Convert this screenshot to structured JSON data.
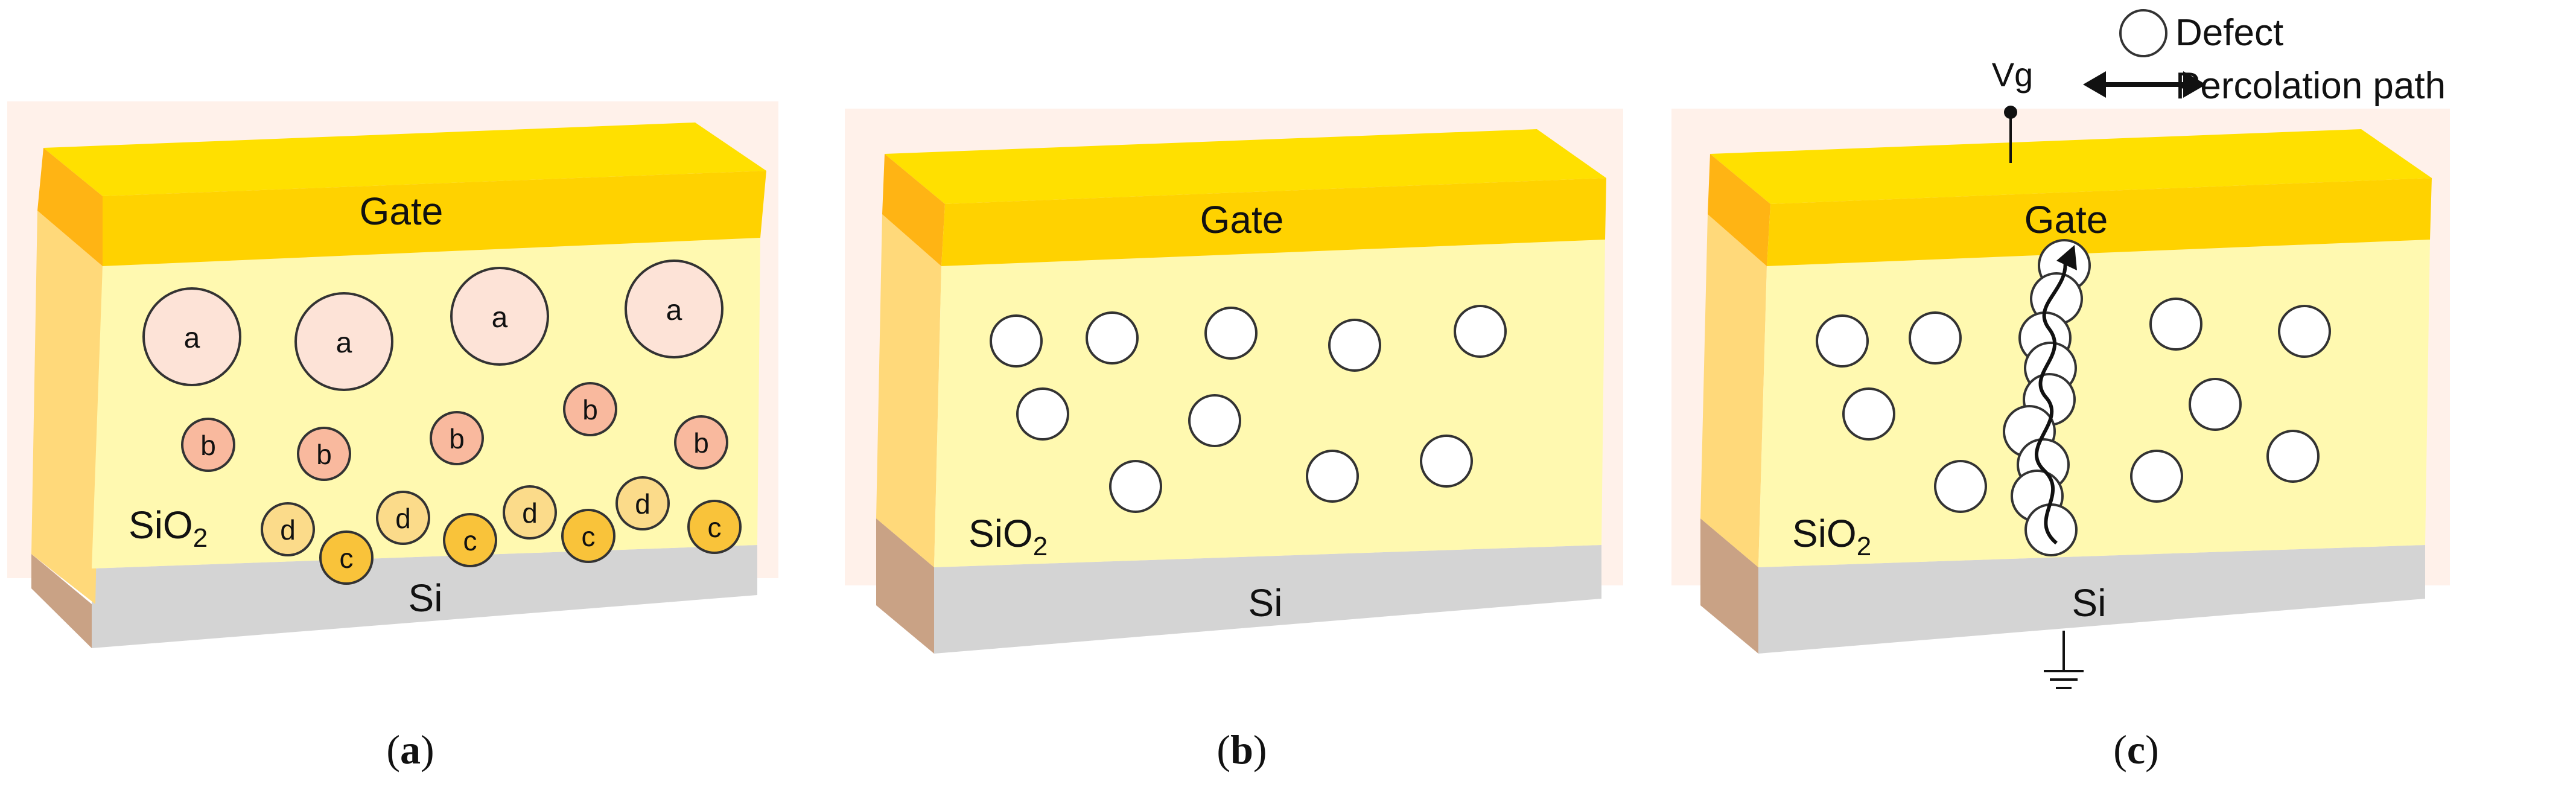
{
  "panels": [
    {
      "caption_open": "(",
      "caption_letter": "a",
      "caption_close": ")",
      "gate_label": "Gate",
      "oxide_label": "SiO",
      "oxide_sub": "2",
      "substrate_label": "Si"
    },
    {
      "caption_open": "(",
      "caption_letter": "b",
      "caption_close": ")",
      "gate_label": "Gate",
      "oxide_label": "SiO",
      "oxide_sub": "2",
      "substrate_label": "Si"
    },
    {
      "caption_open": "(",
      "caption_letter": "c",
      "caption_close": ")",
      "gate_label": "Gate",
      "oxide_label": "SiO",
      "oxide_sub": "2",
      "substrate_label": "Si",
      "terminal_label": "Vg"
    }
  ],
  "defect_labels": {
    "a": "a",
    "b": "b",
    "c": "c",
    "d": "d"
  },
  "legend": {
    "defect_label": "Defect",
    "path_label": "Percolation path"
  },
  "colors": {
    "gate_top": "#ffe000",
    "gate_front": "#ffd200",
    "gate_side": "#ffb414",
    "oxide_front": "#fff9b0",
    "oxide_side": "#ffd97a",
    "substrate_front": "#d4d4d4",
    "substrate_side": "#c9a285",
    "defect_a": "#fde3d7",
    "defect_b": "#f9b99e",
    "defect_c": "#f9c33a",
    "defect_d": "#fbdb8a",
    "defect_plain": "#ffffff",
    "background_glow": "#fff1ea"
  }
}
